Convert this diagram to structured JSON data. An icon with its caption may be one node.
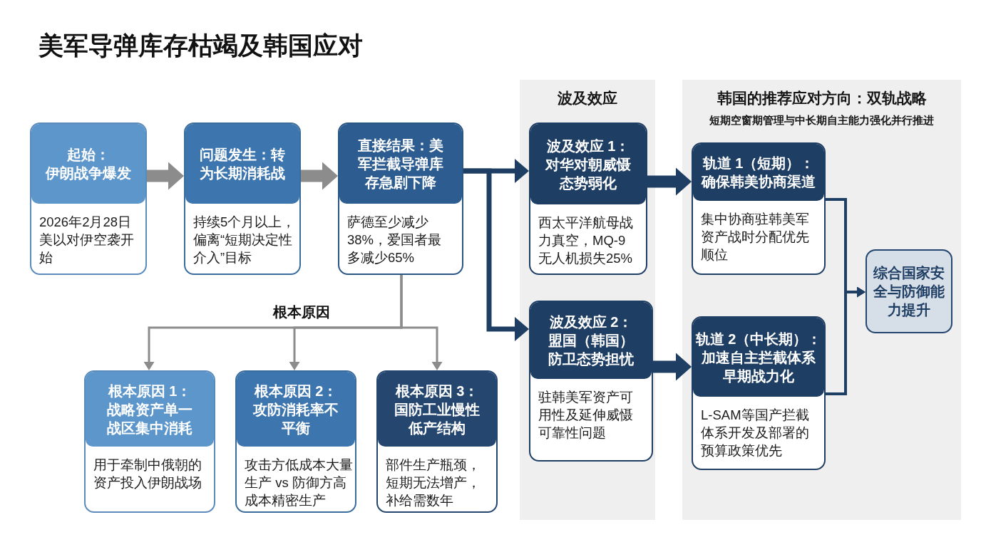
{
  "diagram": {
    "title": "美军导弹库存枯竭及韩国应对",
    "nodes": [
      {
        "text": [
          "起始：伊朗战争爆发",
          "2026年2月28日美以对伊空袭开始"
        ]
      },
      {
        "text": [
          "问题发生：转为长期消耗战",
          "持续5个月以上，偏离“短期决定性介入”目标"
        ]
      },
      {
        "text": [
          "直接结果：美军拦截导弹库存急剧下降",
          "萨德至少减少38%，爱国者最多减少65%"
        ]
      },
      {
        "text": [
          "波及效应"
        ]
      },
      {
        "text": [
          "波及效应 1：对华对朝威慑态势弱化",
          "西太平洋航母战力真空，MQ-9无人机损失25%"
        ],
        "in": 3
      },
      {
        "text": [
          "波及效应 2：盟国（韩国）防卫态势担忧",
          "驻韩美军资产可用性及延伸威慑可靠性问题"
        ],
        "in": 3
      },
      {
        "text": [
          "韩国的推荐应对方向：双轨战略",
          "短期空窗期管理与中长期自主能力强化并行推进"
        ]
      },
      {
        "text": [
          "轨道 1（短期）：确保韩美协商渠道",
          "集中协商驻韩美军资产战时分配优先顺位"
        ],
        "in": 6
      },
      {
        "text": [
          "轨道 2（中长期）：加速自主拦截体系早期战力化",
          "L-SAM等国产拦截体系开发及部署的预算政策优先"
        ],
        "in": 6
      },
      {
        "text": [
          "综合国家安全与防御能力提升"
        ],
        "in": 6
      },
      {
        "text": [
          "根本原因 1：战略资产单一战区集中消耗",
          "用于牵制中俄朝的资产投入伊朗战场"
        ]
      },
      {
        "text": [
          "根本原因 2：攻防消耗率不平衡",
          "攻击方低成本大量生产 vs 防御方高成本精密生产"
        ]
      },
      {
        "text": [
          "根本原因 3：国防工业慢性低产结构",
          "部件生产瓶颈，短期无法增产，补给需数年"
        ]
      }
    ],
    "edges": [
      {
        "from": 0,
        "to": 1,
        "arrow": "to",
        "style": "thick",
        "color": "#8c8c8c"
      },
      {
        "from": 1,
        "to": 2,
        "arrow": "to",
        "style": "thick",
        "color": "#8c8c8c"
      },
      {
        "from": 2,
        "to": 4,
        "arrow": "to"
      },
      {
        "from": 2,
        "to": 5,
        "arrow": "to"
      },
      {
        "from": 4,
        "to": 7,
        "arrow": "to",
        "style": "thick"
      },
      {
        "from": 5,
        "to": 8,
        "arrow": "to",
        "style": "thick"
      },
      {
        "from": 7,
        "to": 9,
        "arrow": "to"
      },
      {
        "from": 8,
        "to": 9,
        "arrow": "to"
      },
      {
        "from": 2,
        "to": 10,
        "arrow": "to",
        "color": "#8c8c8c"
      },
      {
        "from": 2,
        "to": 11,
        "arrow": "to",
        "color": "#8c8c8c",
        "label": "根本原因"
      },
      {
        "from": 2,
        "to": 12,
        "arrow": "to",
        "color": "#8c8c8c"
      }
    ]
  }
}
